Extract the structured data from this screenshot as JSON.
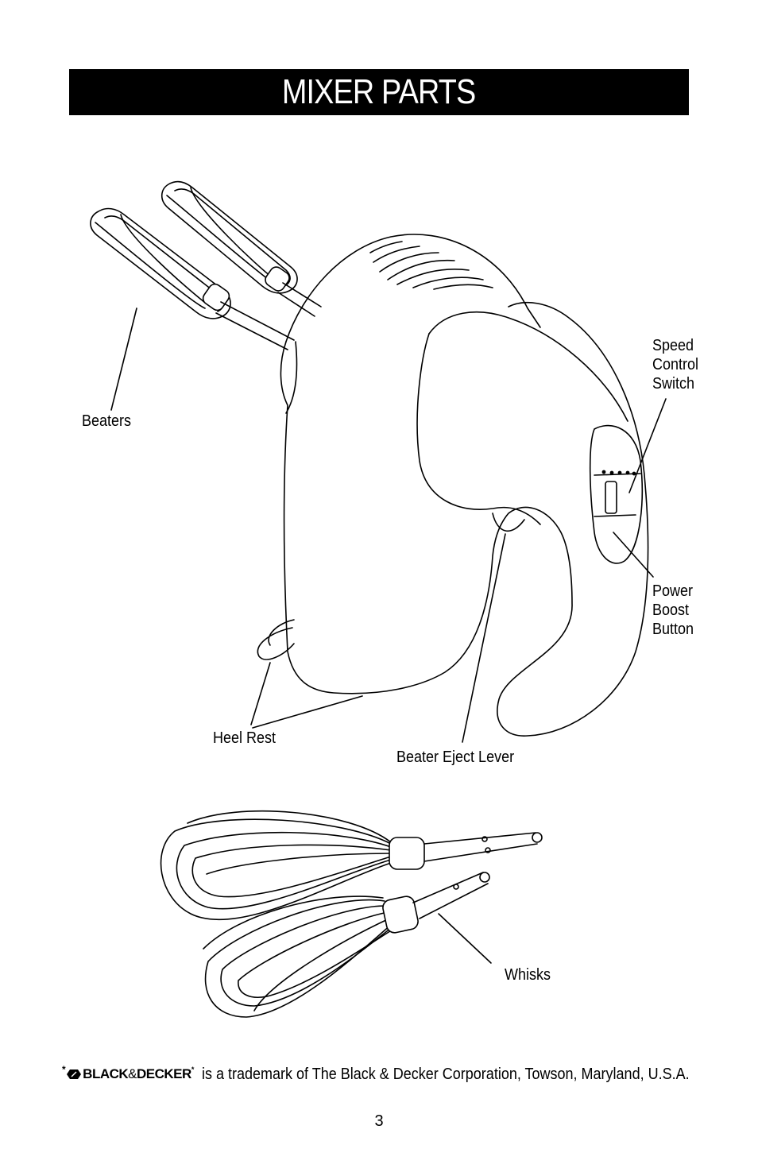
{
  "page": {
    "title": "MIXER PARTS",
    "page_number": "3"
  },
  "labels": {
    "beaters": "Beaters",
    "speed_line1": "Speed",
    "speed_line2": "Control",
    "speed_line3": "Switch",
    "power_line1": "Power",
    "power_line2": "Boost",
    "power_line3": "Button",
    "heel_rest": "Heel Rest",
    "beater_eject": "Beater Eject Lever",
    "whisks": "Whisks"
  },
  "footer": {
    "asterisk": "*",
    "brand_black": "BLACK",
    "brand_amp": "&",
    "brand_decker": "DECKER",
    "trademark_text": "is a trademark of The Black & Decker Corporation, Towson, Maryland, U.S.A."
  }
}
